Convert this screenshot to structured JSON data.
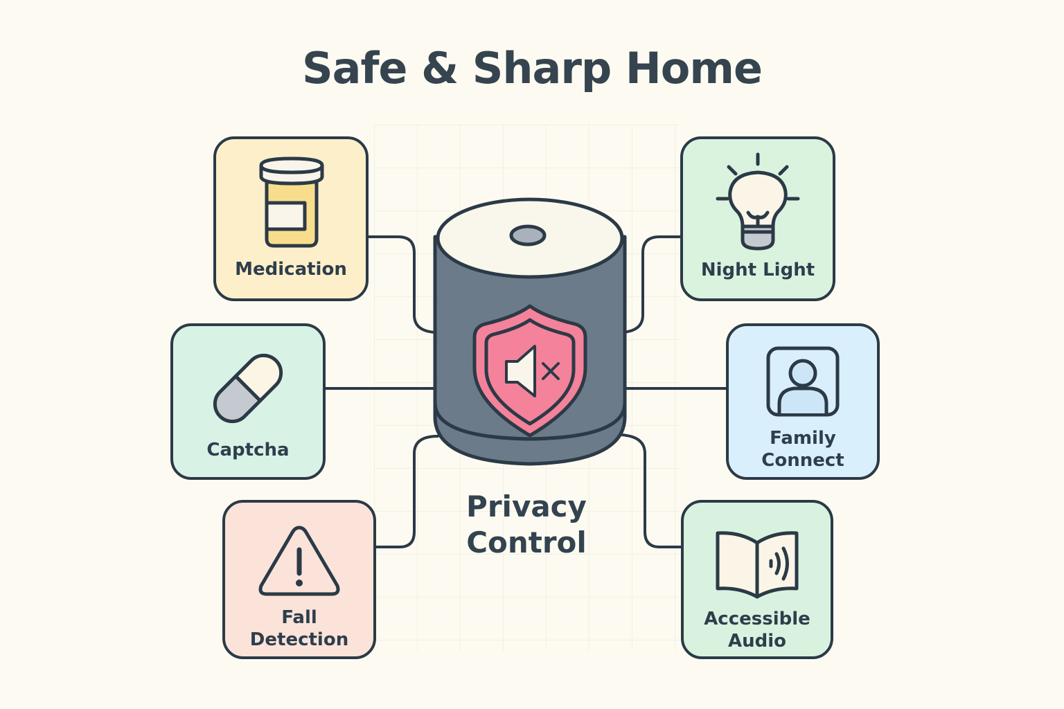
{
  "title": "Safe & Sharp Home",
  "center": {
    "label_line1": "Privacy",
    "label_line2": "Control",
    "icon": "smart-speaker-with-muted-shield-icon"
  },
  "colors": {
    "background": "#fdfbf1",
    "outline": "#2b3a46",
    "speaker_body": "#6b7b89",
    "shield": "#f4829b",
    "medication_bg": "#fcefc9",
    "captcha_bg": "#d9f2e6",
    "fall_bg": "#fbe3da",
    "nightlight_bg": "#daf3df",
    "family_bg": "#d9effb",
    "audio_bg": "#d8f2df"
  },
  "features": [
    {
      "id": "medication",
      "label_line1": "Medication",
      "label_line2": "",
      "icon": "pill-bottle-icon",
      "side": "left"
    },
    {
      "id": "captcha",
      "label_line1": "Captcha",
      "label_line2": "",
      "icon": "capsule-icon",
      "side": "left"
    },
    {
      "id": "fall-detection",
      "label_line1": "Fall",
      "label_line2": "Detection",
      "icon": "warning-triangle-icon",
      "side": "left"
    },
    {
      "id": "night-light",
      "label_line1": "Night Light",
      "label_line2": "",
      "icon": "lightbulb-icon",
      "side": "right"
    },
    {
      "id": "family-connect",
      "label_line1": "Family",
      "label_line2": "Connect",
      "icon": "user-portrait-icon",
      "side": "right"
    },
    {
      "id": "accessible-audio",
      "label_line1": "Accessible",
      "label_line2": "Audio",
      "icon": "audio-book-icon",
      "side": "right"
    }
  ]
}
